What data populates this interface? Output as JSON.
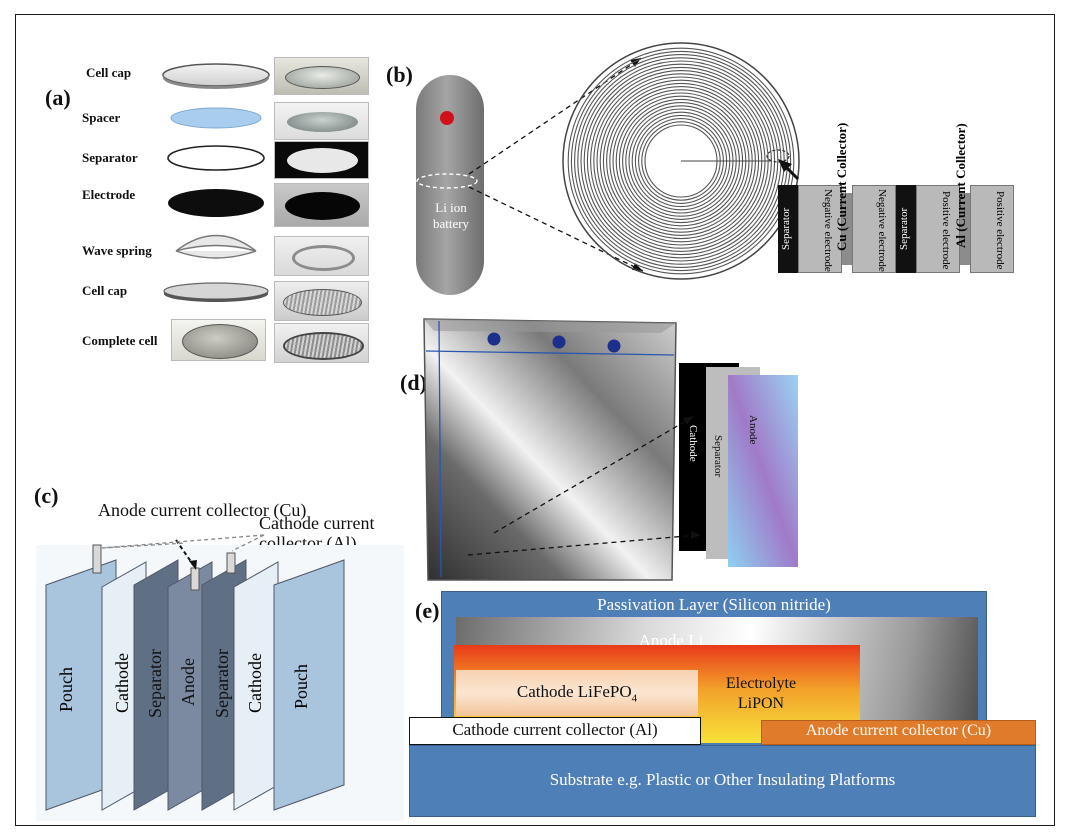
{
  "panels": {
    "a": {
      "label": "(a)",
      "components": [
        "Cell cap",
        "Spacer",
        "Separator",
        "Electrode",
        "Wave spring",
        "Cell cap",
        "Complete cell"
      ]
    },
    "b": {
      "label": "(b)",
      "battery_label": "Li ion battery",
      "layers": [
        "Separator",
        "Negative electrode",
        "Negative electrode",
        "Separator",
        "Positive electrode",
        "Positive electrode"
      ],
      "collectors": [
        "Cu (Current Collector)",
        "Al (Current Collector)"
      ]
    },
    "c": {
      "label": "(c)",
      "anode_collector": "Anode current collector (Cu)",
      "cathode_collector": "Cathode current collector (Al)",
      "layers": [
        "Pouch",
        "Cathode",
        "Separator",
        "Anode",
        "Separator",
        "Cathode",
        "Pouch"
      ]
    },
    "d": {
      "label": "(d)",
      "layers": [
        "Cathode",
        "Separator",
        "Anode"
      ]
    },
    "e": {
      "label": "(e)",
      "passivation": "Passivation Layer (Silicon nitride)",
      "anode": "Anode Li",
      "cathode": "Cathode LiFePO",
      "cathode_sub": "4",
      "electrolyte": "Electrolyte",
      "electrolyte_name": "LiPON",
      "cathode_collector": "Cathode current collector (Al)",
      "anode_collector": "Anode current collector (Cu)",
      "substrate": "Substrate e.g. Plastic or Other Insulating Platforms"
    }
  },
  "colors": {
    "spacer": "#a9cdee",
    "electrode": "#111111",
    "red_dot": "#d0111b",
    "passivation": "#4f7fb7",
    "cathode_collector_box": "#ffffff",
    "anode_collector_box": "#e07b2c",
    "substrate": "#4f7fb7",
    "tab_dot": "#1c2f8a"
  }
}
